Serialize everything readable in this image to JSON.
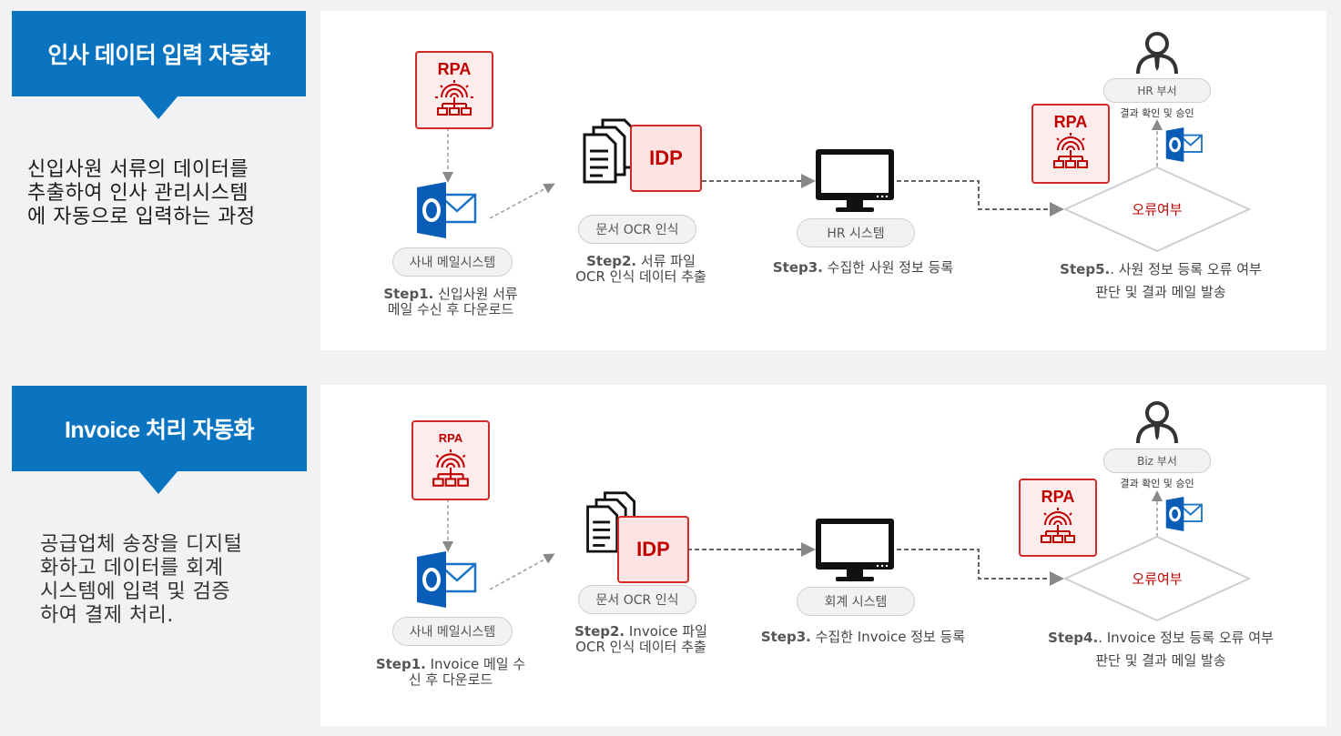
{
  "colors": {
    "accent_blue": "#0b74c0",
    "rpa_red": "#c00000",
    "panel_bg": "#ffffff",
    "page_bg": "#f1f2f4"
  },
  "section1": {
    "title": "인사 데이터 입력 자동화",
    "description": "신입사원 서류의 데이터를\n추출하여 인사 관리시스템\n에 자동으로 입력하는 과정",
    "rpa_label": "RPA",
    "rpa2_label": "RPA",
    "idp_label": "IDP",
    "mail_pill": "사내 메일시스템",
    "ocr_pill": "문서 OCR 인식",
    "hr_system_pill": "HR 시스템",
    "dept_pill": "HR 부서",
    "dept_note": "결과 확인 및 승인",
    "decision_label": "오류여부",
    "step1_bold": "Step1.",
    "step1_text": " 신입사원 서류",
    "step1_line2": "메일 수신 후 다운로드",
    "step2_bold": "Step2.",
    "step2_text": " 서류 파일",
    "step2_line2": "OCR 인식 데이터 추출",
    "step3_bold": "Step3.",
    "step3_text": " 수집한 사원 정보 등록",
    "step5_bold": "Step5.",
    "step5_text": ". 사원 정보 등록 오류 여부",
    "step5_line2": "판단 및 결과 메일 발송",
    "icons": [
      "rpa-gear-network-icon",
      "outlook-icon",
      "documents-icon",
      "monitor-icon",
      "user-icon"
    ]
  },
  "section2": {
    "title": "Invoice 처리 자동화",
    "description": "공급업체 송장을 디지털\n화하고 데이터를 회계\n시스템에 입력 및 검증\n하여 결제 처리.",
    "rpa_label": "RPA",
    "rpa2_label": "RPA",
    "idp_label": "IDP",
    "mail_pill": "사내 메일시스템",
    "ocr_pill": "문서 OCR 인식",
    "system_pill": "회계 시스템",
    "dept_pill": "Biz 부서",
    "dept_note": "결과 확인 및 승인",
    "decision_label": "오류여부",
    "step1_bold": "Step1.",
    "step1_text": "  Invoice 메일 수",
    "step1_line2": "신 후 다운로드",
    "step2_bold": "Step2.",
    "step2_text": " Invoice 파일",
    "step2_line2": "OCR 인식 데이터 추출",
    "step3_bold": "Step3.",
    "step3_text": " 수집한 Invoice 정보 등록",
    "step4_bold": "Step4.",
    "step4_text": ". Invoice 정보 등록 오류 여부",
    "step4_line2": "판단 및 결과 메일 발송",
    "icons": [
      "rpa-gear-network-icon",
      "outlook-icon",
      "documents-icon",
      "monitor-icon",
      "user-icon"
    ]
  }
}
